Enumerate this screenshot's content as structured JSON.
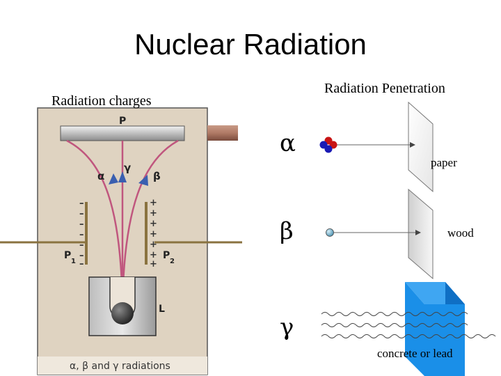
{
  "slide": {
    "title": "Nuclear Radiation"
  },
  "left_panel": {
    "heading": "Radiation charges",
    "plate_top_label": "P",
    "plate_left_label": "P",
    "plate_left_sub": "1",
    "plate_right_label": "P",
    "plate_right_sub": "2",
    "source_label": "L",
    "alpha_label": "α",
    "gamma_label": "γ",
    "beta_label": "β",
    "left_plate_signs": [
      "–",
      "–",
      "–",
      "–",
      "–",
      "–",
      "–"
    ],
    "right_plate_signs": [
      "+",
      "+",
      "+",
      "+",
      "+",
      "+",
      "+"
    ],
    "caption": "α, β and γ radiations"
  },
  "right_panel": {
    "heading": "Radiation Penetration",
    "rows": [
      {
        "symbol": "α",
        "barrier": "paper"
      },
      {
        "symbol": "β",
        "barrier": "wood"
      },
      {
        "symbol": "γ",
        "barrier": "concrete or lead"
      }
    ]
  },
  "colors": {
    "panel_bg": "#dfd3c1",
    "beam": "#c0567e",
    "arrow_head": "#3a5fb0",
    "electrode": "#8a7340",
    "concrete": "#1a8fe8",
    "alpha_red": "#c81414",
    "alpha_blue": "#1a1ab4"
  }
}
